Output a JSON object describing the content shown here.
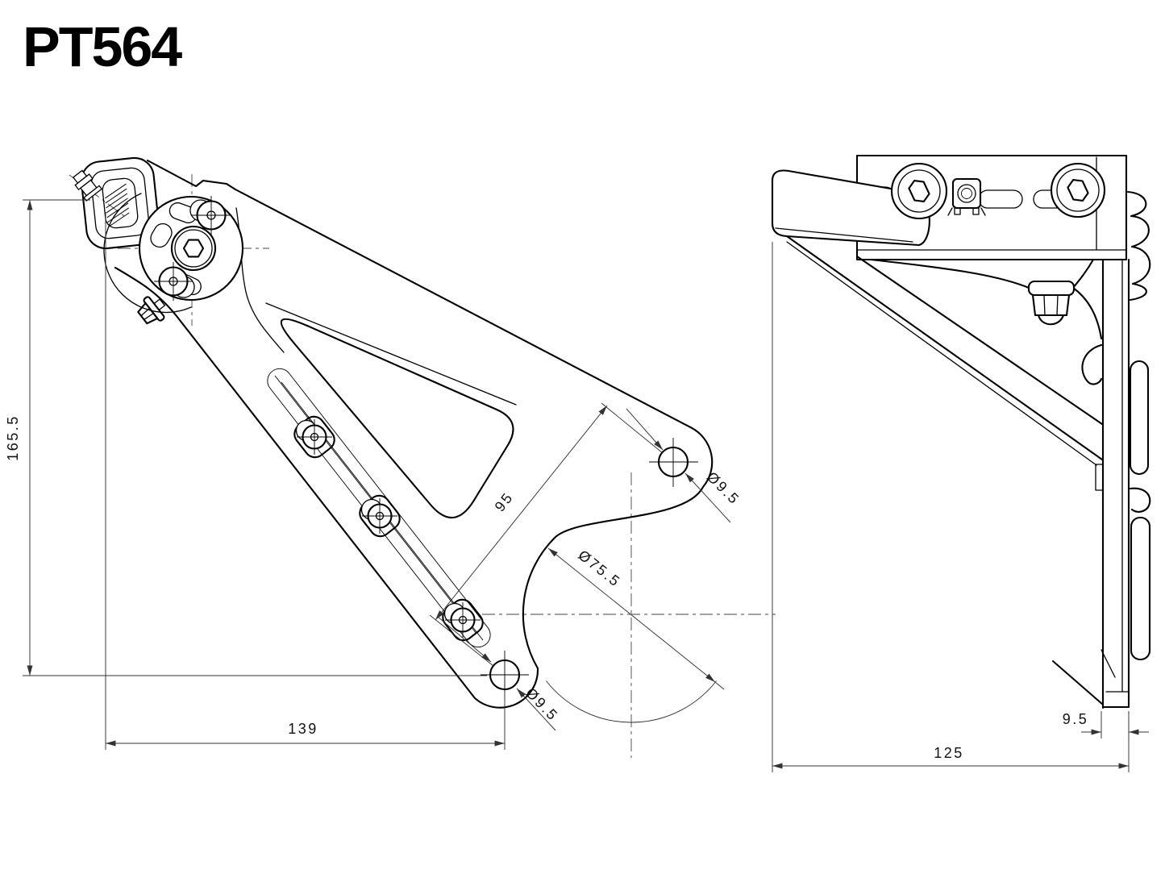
{
  "title": "PT564",
  "views": {
    "front": {
      "label": "front-view",
      "dimensions": {
        "height": "165.5",
        "width": "139",
        "hole_spacing": "95",
        "top_hole_diameter": "Ø9.5",
        "bottom_hole_diameter": "Ø9.5",
        "disc_diameter": "Ø75.5"
      }
    },
    "side": {
      "label": "side-view",
      "dimensions": {
        "plate_thickness": "9.5",
        "depth": "125"
      }
    }
  }
}
